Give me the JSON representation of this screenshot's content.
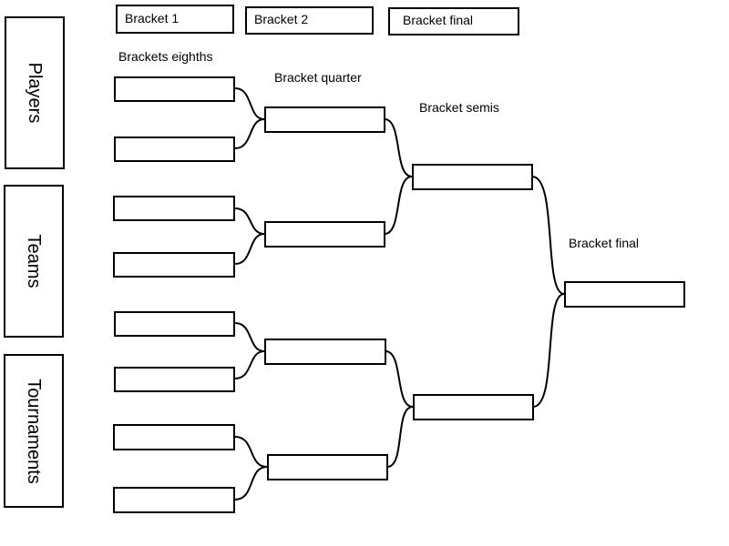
{
  "tabs": [
    "Bracket 1",
    "Bracket 2",
    "Bracket final"
  ],
  "sidebar": [
    "Players",
    "Teams",
    "Tournaments"
  ],
  "round_labels": {
    "eighths": "Brackets eighths",
    "quarter": "Bracket quarter",
    "semis": "Bracket semis",
    "final": "Bracket final"
  },
  "bracket": {
    "eighths": [
      "",
      "",
      "",
      "",
      "",
      "",
      "",
      ""
    ],
    "quarters": [
      "",
      "",
      "",
      ""
    ],
    "semis": [
      "",
      ""
    ],
    "final": [
      ""
    ]
  },
  "colors": {
    "stroke": "#000000",
    "background": "#ffffff"
  }
}
